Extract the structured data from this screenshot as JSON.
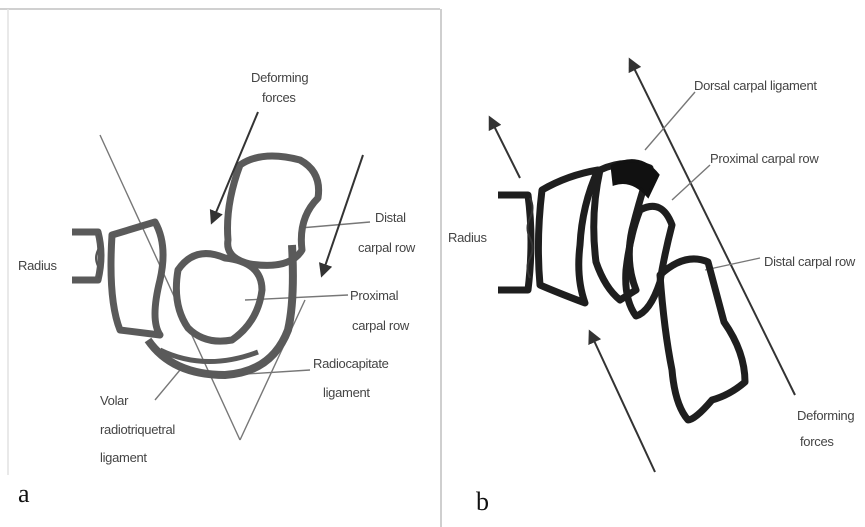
{
  "panel_a": {
    "letter": "a",
    "labels": {
      "deforming_1": "Deforming",
      "deforming_2": "forces",
      "radius": "Radius",
      "distal_1": "Distal",
      "distal_2": "carpal row",
      "proximal_1": "Proximal",
      "proximal_2": "carpal row",
      "radiocapitate_1": "Radiocapitate",
      "radiocapitate_2": "ligament",
      "volar_1": "Volar",
      "volar_2": "radiotriquetral",
      "volar_3": "ligament"
    }
  },
  "panel_b": {
    "letter": "b",
    "labels": {
      "dorsal": "Dorsal carpal ligament",
      "proximal": "Proximal carpal row",
      "radius": "Radius",
      "distal": "Distal carpal row",
      "deforming_1": "Deforming",
      "deforming_2": "forces"
    }
  },
  "colors": {
    "panel_a_bone": "#5a5a5a",
    "panel_b_bone": "#1e1e1e",
    "divider": "#cfcfcf"
  }
}
